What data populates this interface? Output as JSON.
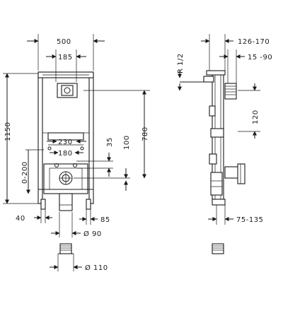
{
  "front_view": {
    "dim_width": "500",
    "dim_185": "185",
    "dim_height": "1150",
    "dim_range": "0-200",
    "dim_230": "230",
    "dim_180": "180",
    "dim_35": "35",
    "dim_100": "100",
    "dim_780": "780",
    "dim_40": "40",
    "dim_85": "85",
    "dim_d90": "Ø 90",
    "dim_d110": "Ø 110"
  },
  "side_view": {
    "dim_thread": "R 1/2",
    "dim_126_170": "126-170",
    "dim_15_90": "15 -90",
    "dim_120": "120",
    "dim_75_135": "75-135"
  }
}
